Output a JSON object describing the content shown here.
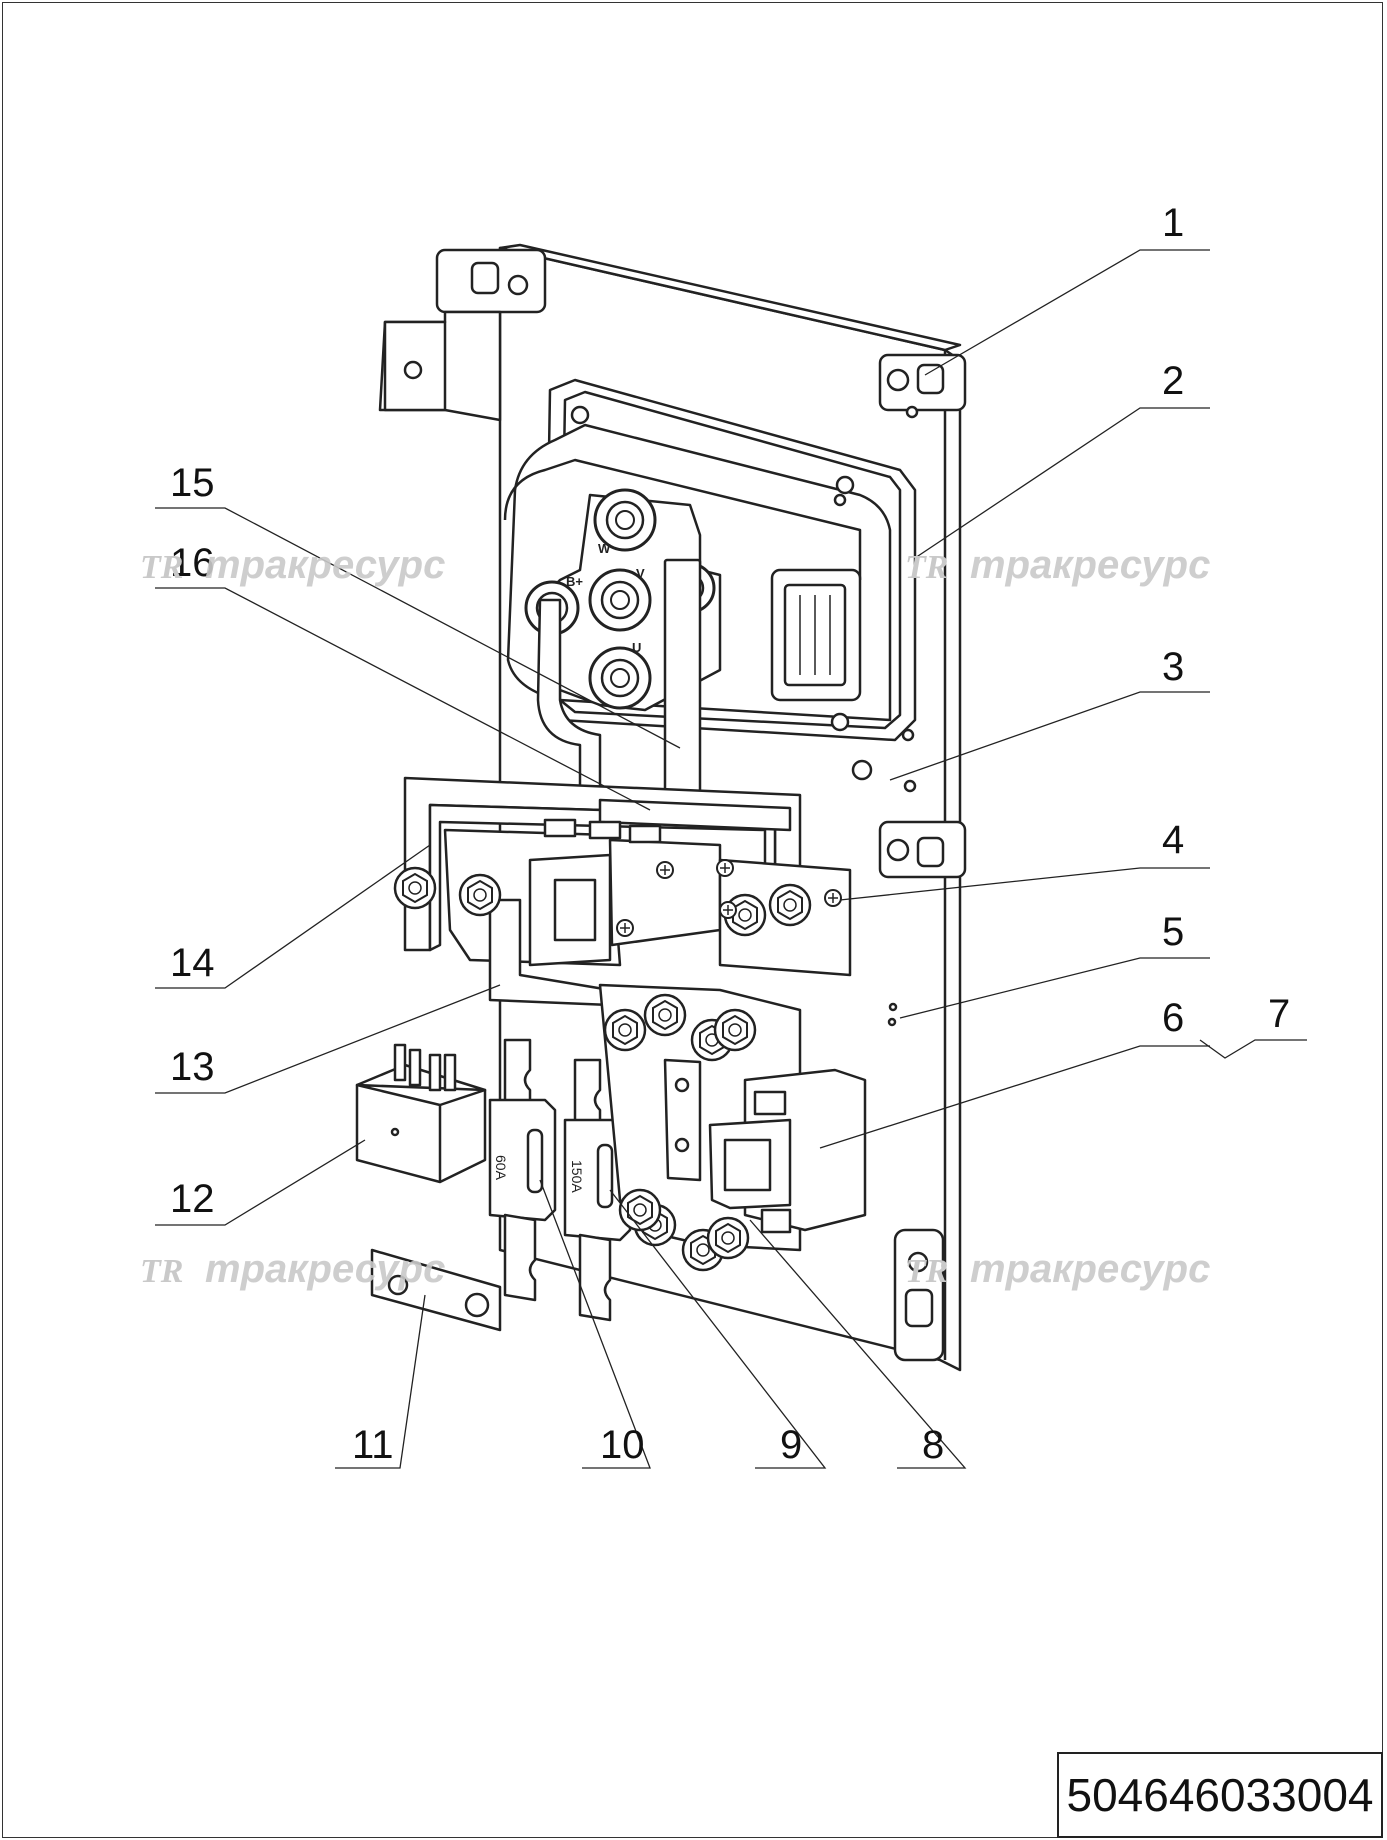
{
  "diagram": {
    "doc_number": "504646033004",
    "watermark": {
      "logo": "TR",
      "text": "тракресурс"
    },
    "fuse_labels": {
      "fuse_60": "60A",
      "fuse_150": "150A"
    },
    "terminal_labels": {
      "w": "W",
      "v": "V",
      "u": "U",
      "b_plus": "B+"
    },
    "callouts": {
      "c1": "1",
      "c2": "2",
      "c3": "3",
      "c4": "4",
      "c5": "5",
      "c6": "6",
      "c7": "7",
      "c8": "8",
      "c9": "9",
      "c10": "10",
      "c11": "11",
      "c12": "12",
      "c13": "13",
      "c14": "14",
      "c15": "15",
      "c16": "16"
    }
  }
}
